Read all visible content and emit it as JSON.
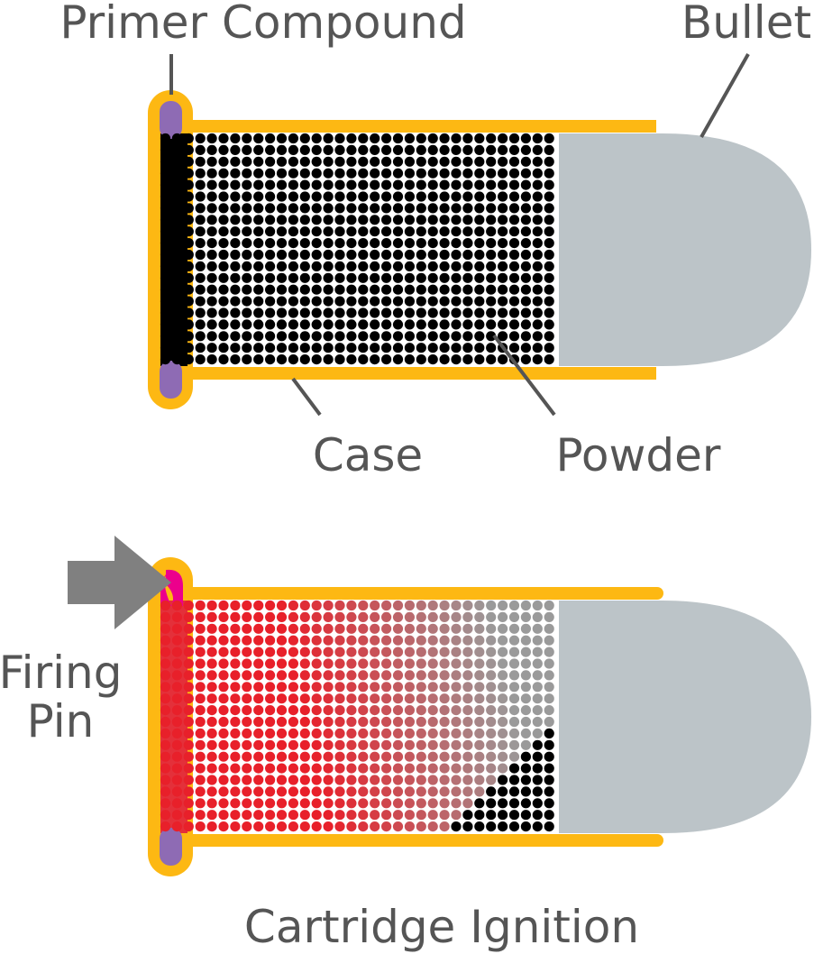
{
  "labels": {
    "primer": "Primer Compound",
    "bullet": "Bullet",
    "case": "Case",
    "powder": "Powder",
    "firing_pin_line1": "Firing",
    "firing_pin_line2": "Pin",
    "title": "Cartridge Ignition"
  },
  "colors": {
    "case": "#FDB813",
    "primer": "#8E6BB4",
    "primer_ignited": "#EC008C",
    "bullet": "#BCC4C8",
    "powder": "#000000",
    "powder_burning": "#E8202A",
    "powder_smoke": "#9A9A9A",
    "leader": "#555555",
    "arrow": "#808080",
    "text": "#555555"
  },
  "panels": [
    {
      "name": "cartridge-intact",
      "state": "unfired"
    },
    {
      "name": "cartridge-firing",
      "state": "ignition"
    }
  ]
}
